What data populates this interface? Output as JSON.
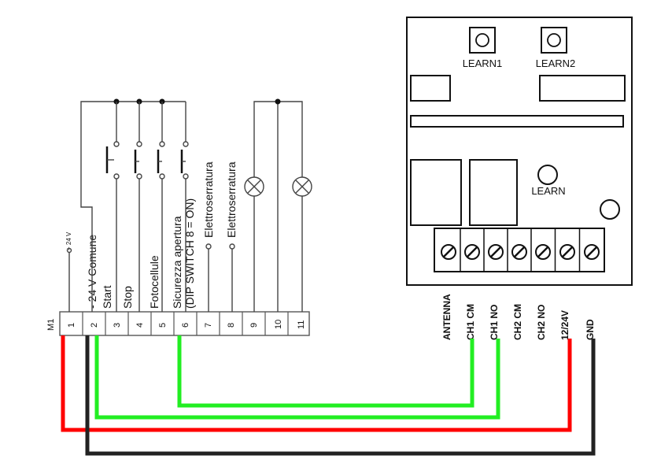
{
  "board": {
    "buttons": [
      {
        "label": "LEARN1"
      },
      {
        "label": "LEARN2"
      }
    ],
    "learn_label": "LEARN",
    "terminals": [
      "ANTENNA",
      "CH1 CM",
      "CH1 NO",
      "CH2 CM",
      "CH2 NO",
      "12/24V",
      "GND"
    ]
  },
  "control_unit": {
    "block_label": "M1",
    "numbers": [
      "1",
      "2",
      "3",
      "4",
      "5",
      "6",
      "7",
      "8",
      "9",
      "10",
      "11"
    ],
    "functions": {
      "f1_small": "+ 24 V",
      "f2": "- 24 V Comune",
      "f3": "Start",
      "f4": "Stop",
      "f5": "Fotocellule",
      "f6_line1": "Sicurezza apertura",
      "f6_line2": "(DIP SWITCH 8 = ON)",
      "f7": "Elettroserratura",
      "f8": "Elettroserratura"
    }
  },
  "wire_colors": {
    "red": "#ff0000",
    "green": "#22ee22",
    "black": "#222222"
  }
}
